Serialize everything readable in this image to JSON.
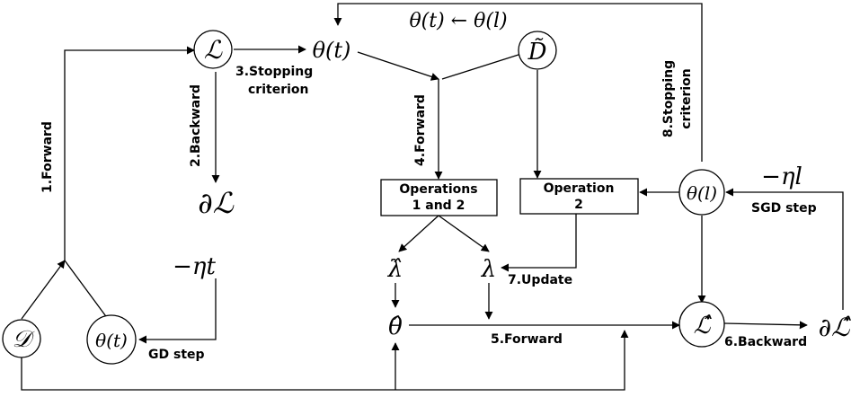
{
  "nodes": {
    "loss_L": "ℒ",
    "theta_t_top": "θ(t)",
    "d_tilde": "D̃",
    "partial_L": "∂ℒ",
    "eta_t": "−ηt",
    "data_D": "𝒟",
    "theta_t_bottom": "θ(t)",
    "op_1_2": [
      "Operations",
      "1 and 2"
    ],
    "op_2": [
      "Operation",
      "2"
    ],
    "theta_l": "θ(l)",
    "eta_l": "−ηl",
    "lambda_hat": "λ̂",
    "lambda": "λ",
    "theta_hat": "θ̂",
    "loss_hat": "ℒ̂",
    "partial_loss_hat": "∂ℒ̂",
    "top_update": "θ(t) ← θ(l)"
  },
  "edge_labels": {
    "forward_1": "1.Forward",
    "backward_2": "2.Backward",
    "stopping_3": [
      "3.Stopping",
      "criterion"
    ],
    "forward_4": "4.Forward",
    "forward_5": "5.Forward",
    "backward_6": "6.Backward",
    "update_7": "7.Update",
    "stopping_8": [
      "8.Stopping",
      "criterion"
    ],
    "gd_step": "GD step",
    "sgd_step": "SGD step"
  }
}
